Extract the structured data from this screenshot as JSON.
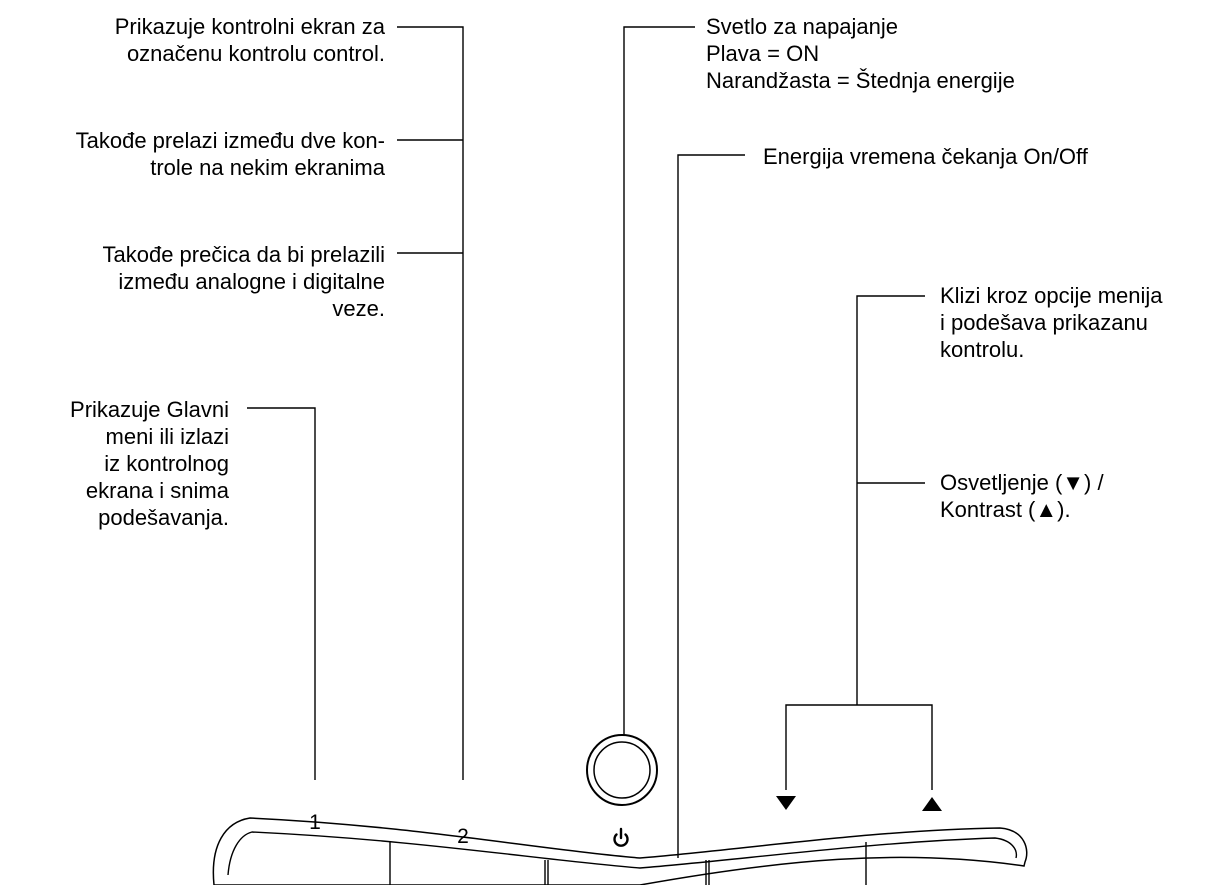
{
  "callouts": {
    "control_screen": [
      "Prikazuje kontrolni ekran za",
      "označenu kontrolu  control."
    ],
    "toggle_two": [
      "Takođe prelazi između dve kon-",
      "trole na nekim ekranima"
    ],
    "shortcut": [
      "Takođe prečica da bi prelazili",
      "između analogne i digitalne",
      "veze."
    ],
    "main_menu": [
      "Prikazuje Glavni",
      "meni ili izlazi",
      "iz kontrolnog",
      "ekrana i snima",
      "podešavanja."
    ],
    "power_light": [
      "Svetlo za napajanje",
      "Plava = ON",
      "Narandžasta = Štednja energije"
    ],
    "power_standby": [
      "Energija vremena čekanja On/Off"
    ],
    "scroll_menu": [
      "Klizi kroz opcije menija",
      "i podešava prikazanu",
      "kontrolu."
    ],
    "brightness": [
      "Osvetljenje (▼) /",
      "Kontrast (▲)."
    ]
  },
  "buttons": {
    "button_1": "1",
    "button_2": "2",
    "power_symbol": "power-icon",
    "down_symbol": "down-triangle-icon",
    "up_symbol": "up-triangle-icon"
  }
}
